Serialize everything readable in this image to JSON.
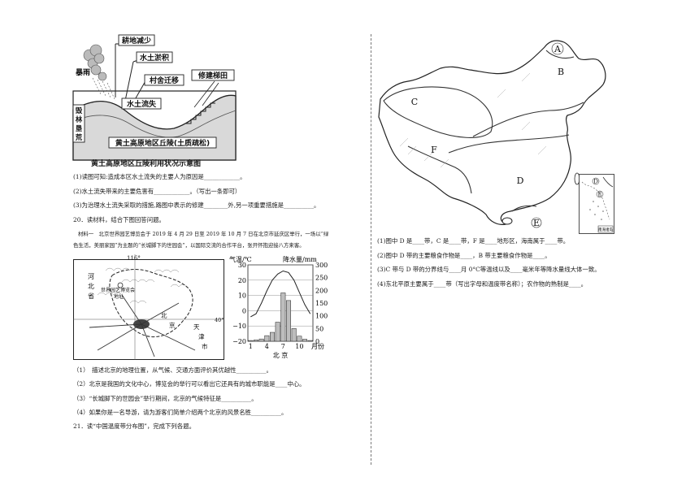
{
  "loess_figure": {
    "labels": {
      "rainstorm": "暴雨",
      "farmland_loss": "耕地减少",
      "silt": "水土淤积",
      "village_move": "村舍迁移",
      "terrace": "修建梯田",
      "erosion": "水土流失",
      "deforest": [
        "毁",
        "林",
        "垦",
        "荒"
      ],
      "plateau": "黄土高原地区丘陵(土质疏松)"
    },
    "caption": "黄土高原地区丘陵利用状况示意图"
  },
  "left_questions": [
    "(1)读图可知:造成本区水土流失的主要人为原因是____________。",
    "(2)水土流失带来的主要危害有____________。（写出一条即可）",
    "(3)为治理水土流失采取的措施,路图中表示的修建________外,另一项重要措施是__________。",
    "20．读材料，结合下图回答问题。",
    "材料一　北京世界园艺博览会于 2019 年 4 月 29 日至 2019 年 10 月 7 日在北京市延庆区举行，一场以“绿",
    "色生活，美丽家园”为主题的“长城脚下的世园会”，以国际交流的合作平台，张开怀抱迎接八方来客。"
  ],
  "beijing_map": {
    "lon": "116°",
    "lat": "40°",
    "hebei": [
      "河",
      "北",
      "省"
    ],
    "expo": [
      "世界园艺博览会",
      "地址"
    ],
    "beijing": [
      "北",
      "京"
    ],
    "tianjin": [
      "天",
      "津",
      "市"
    ]
  },
  "climate_chart": {
    "temp_title": "气温/℃",
    "precip_title": "降水量/mm",
    "temp_ticks": [
      "30",
      "20",
      "10",
      "0",
      "−10",
      "−20"
    ],
    "precip_ticks": [
      "300",
      "250",
      "200",
      "150",
      "100",
      "50",
      "0"
    ],
    "month_labels": [
      "1",
      "4",
      "7",
      "10",
      "月份"
    ],
    "city": "北 京"
  },
  "chart_data": {
    "type": "bar",
    "title": "",
    "xlabel": "北 京",
    "categories": [
      "1",
      "2",
      "3",
      "4",
      "5",
      "6",
      "7",
      "8",
      "9",
      "10",
      "11",
      "12"
    ],
    "series": [
      {
        "name": "降水量/mm",
        "values": [
          3,
          5,
          9,
          22,
          35,
          75,
          190,
          160,
          50,
          20,
          8,
          3
        ]
      },
      {
        "name": "气温/℃",
        "values": [
          -4,
          -2,
          5,
          13,
          20,
          24,
          26,
          25,
          20,
          12,
          4,
          -2
        ]
      }
    ],
    "ylim_temp": [
      -20,
      30
    ],
    "ylim_precip": [
      0,
      300
    ]
  },
  "left_questions_2": [
    "（1）　描述北京的地理位置，从气候、交通方面评价其优越性__________。",
    "（2）北京是我国的文化中心，博览会的举行可以看出它还具有的城市职能是____中心。",
    "（3）“长城脚下的世园会”举行期间，北京的气候特征是__________。",
    "（4）如果你是一名导游，请为游客们简单介绍两个北京的风景名胜__________。",
    "21．读“中国温度带分布图”，完成下列各题。"
  ],
  "china_map": {
    "labels": [
      "A",
      "B",
      "C",
      "D",
      "E",
      "F"
    ],
    "inset_labels": [
      "D",
      "E"
    ],
    "inset_caption": "南海诸岛"
  },
  "right_questions": [
    "(1)图中 D 是____带，C 是____带，F 是____地形区，海南属于____带。",
    "(2)图中 D 带的主要粮食作物是____，B 带主要粮食作物是____。",
    "(3)C 带与 D 带的分界线与____月 0°C等温线以及____毫米年等降水量线大体一致。",
    "(4)东北平原主要属于____带（写出字母和温度带名称）；农作物的熟制是____。"
  ]
}
